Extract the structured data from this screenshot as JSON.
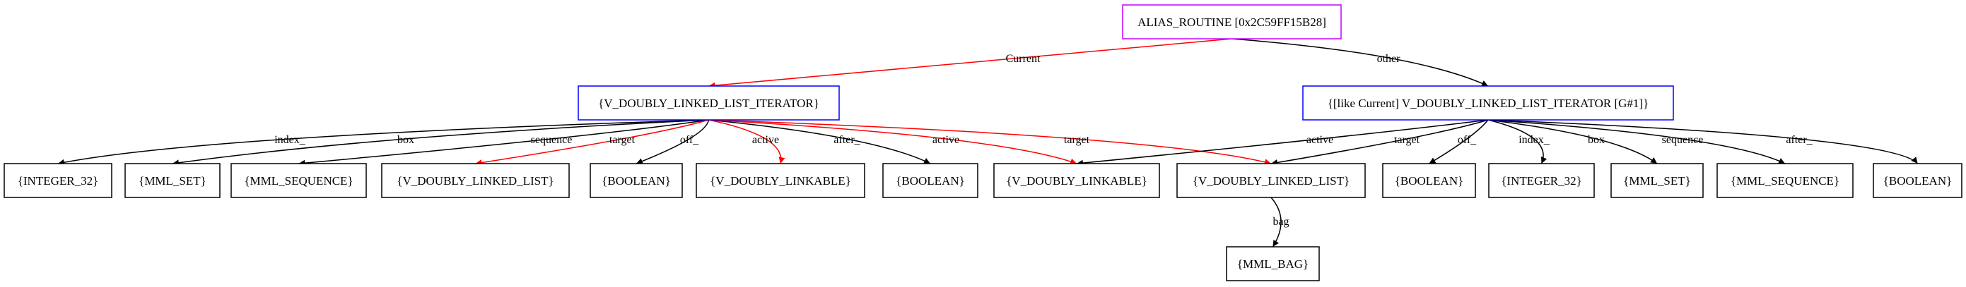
{
  "colors": {
    "edge_default": "#000000",
    "edge_highlight": "#ff0000",
    "node_border_default": "#000000",
    "node_border_blue": "#0000ff",
    "node_border_purple": "#c000ff",
    "background": "#ffffff"
  },
  "nodes": {
    "alias_routine": {
      "label": "ALIAS_ROUTINE [0x2C59FF15B28]",
      "border": "purple"
    },
    "vdl_iterator": {
      "label": "{V_DOUBLY_LINKED_LIST_ITERATOR}",
      "border": "blue"
    },
    "like_current_iterator": {
      "label": "{[like Current] V_DOUBLY_LINKED_LIST_ITERATOR [G#1]}",
      "border": "blue"
    },
    "integer_32_left": {
      "label": "{INTEGER_32}",
      "border": "black"
    },
    "mml_set_left": {
      "label": "{MML_SET}",
      "border": "black"
    },
    "mml_sequence_left": {
      "label": "{MML_SEQUENCE}",
      "border": "black"
    },
    "vdl_list_left": {
      "label": "{V_DOUBLY_LINKED_LIST}",
      "border": "black"
    },
    "boolean_1": {
      "label": "{BOOLEAN}",
      "border": "black"
    },
    "vd_linkable_left": {
      "label": "{V_DOUBLY_LINKABLE}",
      "border": "black"
    },
    "boolean_2": {
      "label": "{BOOLEAN}",
      "border": "black"
    },
    "vd_linkable_shared": {
      "label": "{V_DOUBLY_LINKABLE}",
      "border": "black"
    },
    "vdl_list_shared": {
      "label": "{V_DOUBLY_LINKED_LIST}",
      "border": "black"
    },
    "boolean_3": {
      "label": "{BOOLEAN}",
      "border": "black"
    },
    "integer_32_right": {
      "label": "{INTEGER_32}",
      "border": "black"
    },
    "mml_set_right": {
      "label": "{MML_SET}",
      "border": "black"
    },
    "mml_sequence_right": {
      "label": "{MML_SEQUENCE}",
      "border": "black"
    },
    "boolean_4": {
      "label": "{BOOLEAN}",
      "border": "black"
    },
    "mml_bag": {
      "label": "{MML_BAG}",
      "border": "black"
    }
  },
  "edges": [
    {
      "from": "alias_routine",
      "to": "vdl_iterator",
      "label": "Current",
      "color": "red"
    },
    {
      "from": "alias_routine",
      "to": "like_current_iterator",
      "label": "other",
      "color": "black"
    },
    {
      "from": "vdl_iterator",
      "to": "integer_32_left",
      "label": "index_",
      "color": "black"
    },
    {
      "from": "vdl_iterator",
      "to": "mml_set_left",
      "label": "box",
      "color": "black"
    },
    {
      "from": "vdl_iterator",
      "to": "mml_sequence_left",
      "label": "sequence",
      "color": "black"
    },
    {
      "from": "vdl_iterator",
      "to": "vdl_list_left",
      "label": "target",
      "color": "red"
    },
    {
      "from": "vdl_iterator",
      "to": "boolean_1",
      "label": "off_",
      "color": "black"
    },
    {
      "from": "vdl_iterator",
      "to": "vd_linkable_left",
      "label": "active",
      "color": "red"
    },
    {
      "from": "vdl_iterator",
      "to": "boolean_2",
      "label": "after_",
      "color": "black"
    },
    {
      "from": "vdl_iterator",
      "to": "vd_linkable_shared",
      "label": "active",
      "color": "red"
    },
    {
      "from": "vdl_iterator",
      "to": "vdl_list_shared",
      "label": "target",
      "color": "red"
    },
    {
      "from": "like_current_iterator",
      "to": "vd_linkable_shared",
      "label": "active",
      "color": "black"
    },
    {
      "from": "like_current_iterator",
      "to": "vdl_list_shared",
      "label": "target",
      "color": "black"
    },
    {
      "from": "like_current_iterator",
      "to": "boolean_3",
      "label": "off_",
      "color": "black"
    },
    {
      "from": "like_current_iterator",
      "to": "integer_32_right",
      "label": "index_",
      "color": "black"
    },
    {
      "from": "like_current_iterator",
      "to": "mml_set_right",
      "label": "box",
      "color": "black"
    },
    {
      "from": "like_current_iterator",
      "to": "mml_sequence_right",
      "label": "sequence",
      "color": "black"
    },
    {
      "from": "like_current_iterator",
      "to": "boolean_4",
      "label": "after_",
      "color": "black"
    },
    {
      "from": "vdl_list_shared",
      "to": "mml_bag",
      "label": "bag",
      "color": "black"
    }
  ]
}
